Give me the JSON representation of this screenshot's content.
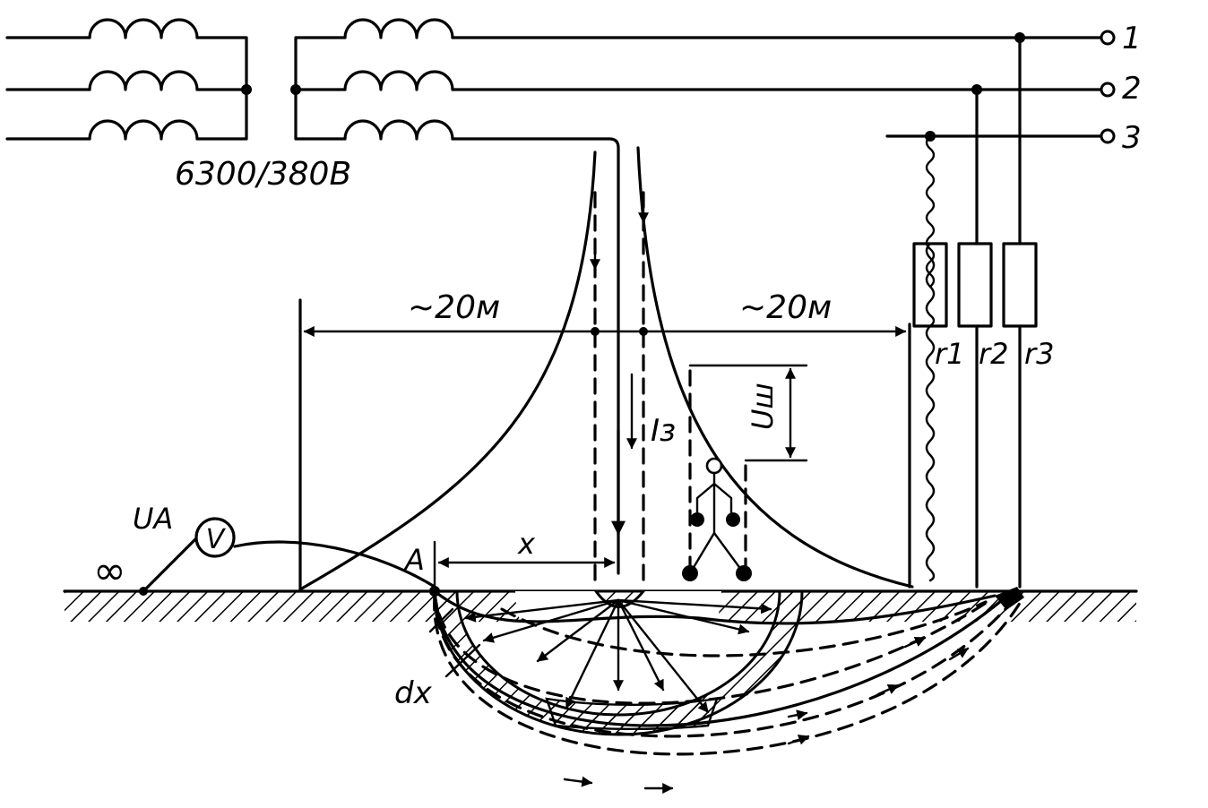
{
  "transformer_rating": "6300/380В",
  "terminals": [
    {
      "label": "1"
    },
    {
      "label": "2"
    },
    {
      "label": "3"
    }
  ],
  "resistors": [
    {
      "label": "r1"
    },
    {
      "label": "r2"
    },
    {
      "label": "r3"
    }
  ],
  "distance_left": "~20м",
  "distance_right": "~20м",
  "ground_current": "Iз",
  "step_voltage": "Uш",
  "voltmeter": {
    "symbol": "V",
    "reading_label": "UA"
  },
  "infinity_symbol": "∞",
  "point_a": "A",
  "distance_x": "x",
  "differential": "dx"
}
